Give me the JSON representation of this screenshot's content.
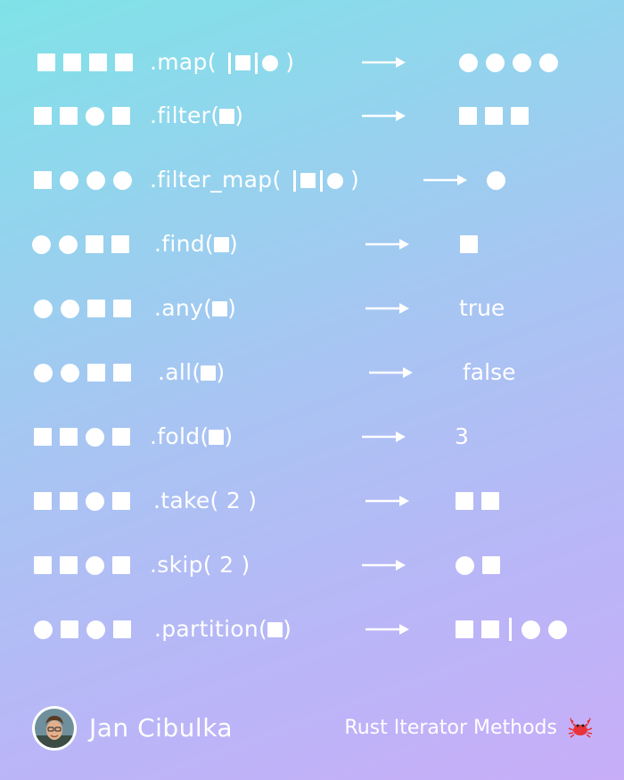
{
  "rows": [
    {
      "input": [
        "sq",
        "sq",
        "sq",
        "sq"
      ],
      "method": [
        ".map( ",
        "|",
        "sq",
        "|",
        "ci",
        " )"
      ],
      "result_shapes": [
        "ci",
        "ci",
        "ci",
        "ci"
      ],
      "result_text": ""
    },
    {
      "input": [
        "sq",
        "sq",
        "ci",
        "sq"
      ],
      "method": [
        ".filter(",
        "sq",
        ")"
      ],
      "result_shapes": [
        "sq",
        "sq",
        "sq"
      ],
      "result_text": ""
    },
    {
      "input": [
        "sq",
        "ci",
        "ci",
        "ci"
      ],
      "method": [
        ".filter_map( ",
        "|",
        "sq",
        "|",
        "ci",
        " )"
      ],
      "result_shapes": [
        "ci"
      ],
      "result_text": ""
    },
    {
      "input": [
        "ci",
        "ci",
        "sq",
        "sq"
      ],
      "method": [
        ".find(",
        "sq",
        ")"
      ],
      "result_shapes": [
        "sq"
      ],
      "result_text": ""
    },
    {
      "input": [
        "ci",
        "ci",
        "sq",
        "sq"
      ],
      "method": [
        ".any(",
        "sq",
        ")"
      ],
      "result_shapes": [],
      "result_text": "true"
    },
    {
      "input": [
        "ci",
        "ci",
        "sq",
        "sq"
      ],
      "method": [
        ".all(",
        "sq",
        ")"
      ],
      "result_shapes": [],
      "result_text": "false"
    },
    {
      "input": [
        "sq",
        "sq",
        "ci",
        "sq"
      ],
      "method": [
        ".fold(",
        "sq",
        ")"
      ],
      "result_shapes": [],
      "result_text": "3"
    },
    {
      "input": [
        "sq",
        "sq",
        "ci",
        "sq"
      ],
      "method": [
        ".take( 2 )"
      ],
      "result_shapes": [
        "sq",
        "sq"
      ],
      "result_text": ""
    },
    {
      "input": [
        "sq",
        "sq",
        "ci",
        "sq"
      ],
      "method": [
        ".skip( 2 )"
      ],
      "result_shapes": [
        "ci",
        "sq"
      ],
      "result_text": ""
    },
    {
      "input": [
        "ci",
        "sq",
        "ci",
        "sq"
      ],
      "method": [
        ".partition(",
        "sq",
        ")"
      ],
      "result_shapes": [
        "sq",
        "sq",
        "bar",
        "ci",
        "ci"
      ],
      "result_text": ""
    }
  ],
  "footer": {
    "author": "Jan Cibulka",
    "caption": "Rust Iterator Methods",
    "caption_icon": "crab-icon"
  },
  "colors": {
    "gradient_start": "#7fe3e8",
    "gradient_end": "#c8aef9",
    "foreground": "#ffffff",
    "crab": "#e8333a"
  }
}
